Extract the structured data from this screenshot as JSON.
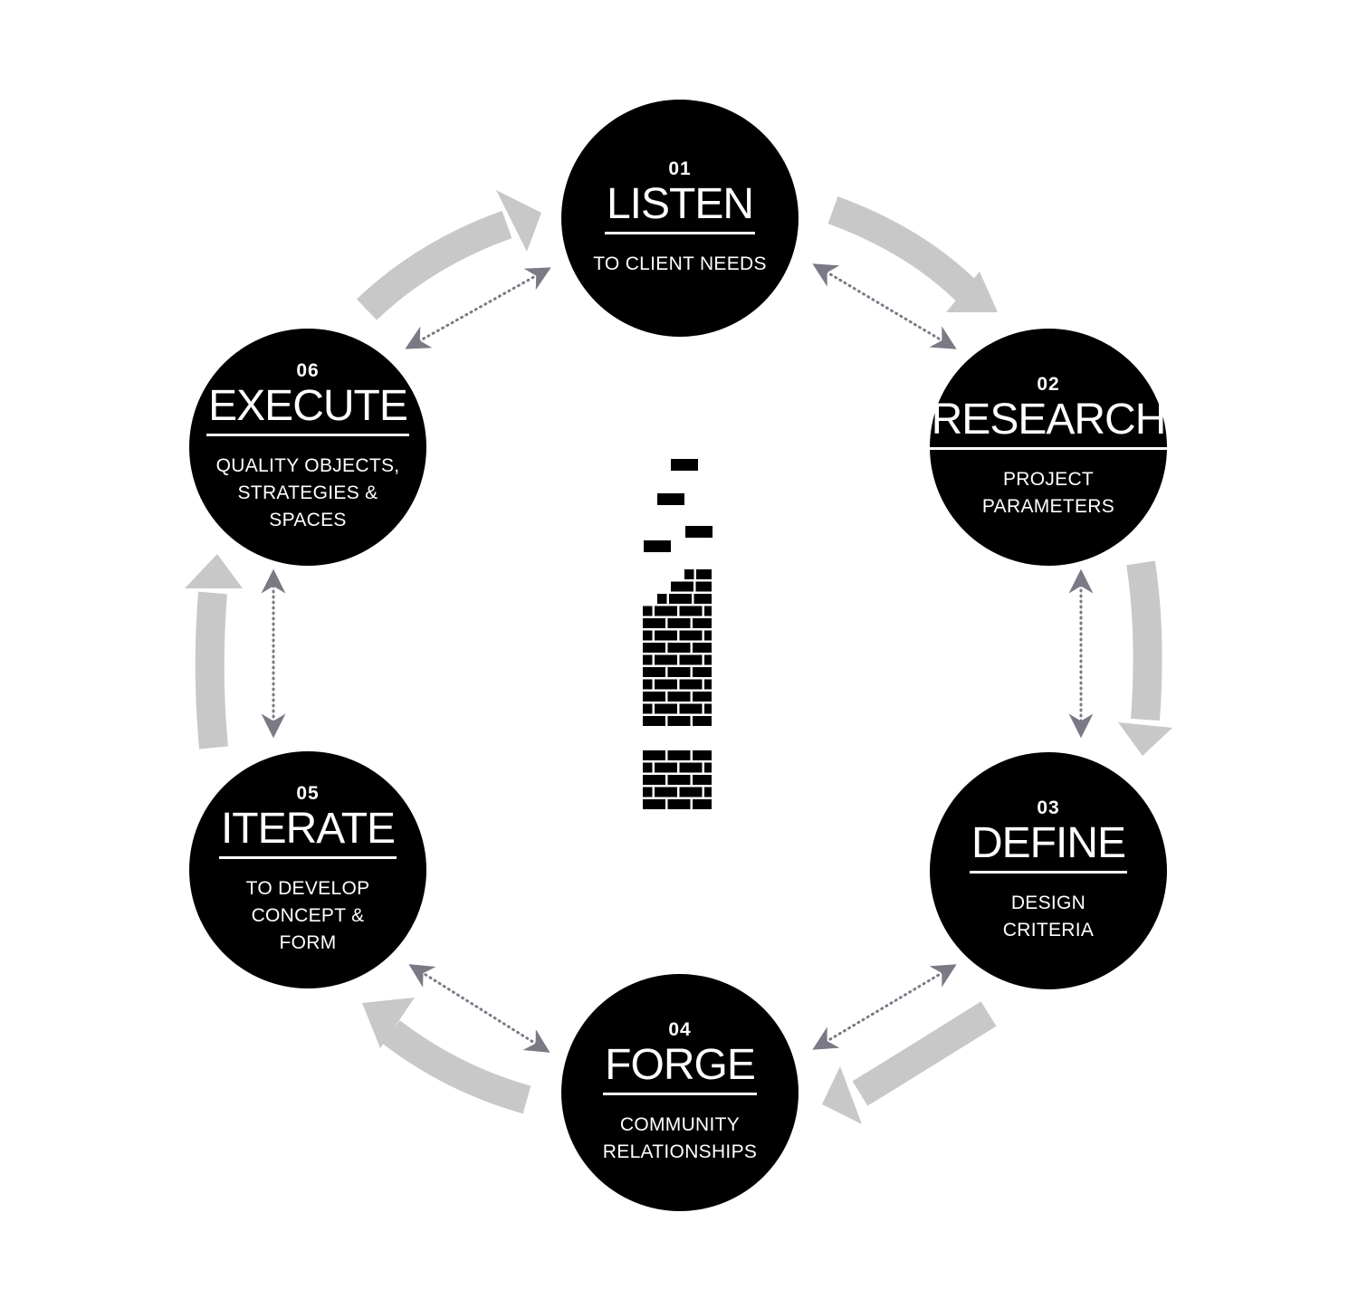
{
  "colors": {
    "circle": "#000000",
    "text": "#ffffff",
    "flow_arrow": "#c8c8c8",
    "link_arrow": "#7a7a86",
    "brick": "#000000"
  },
  "icons": {
    "center": "brick-chimney-icon",
    "flow": "curved-arrow-icon",
    "link": "dotted-double-arrow-icon"
  },
  "steps": [
    {
      "id": "listen",
      "number": "01",
      "title": "LISTEN",
      "description": "TO CLIENT NEEDS"
    },
    {
      "id": "research",
      "number": "02",
      "title": "RESEARCH",
      "description": "PROJECT\nPARAMETERS"
    },
    {
      "id": "define",
      "number": "03",
      "title": "DEFINE",
      "description": "DESIGN\nCRITERIA"
    },
    {
      "id": "forge",
      "number": "04",
      "title": "FORGE",
      "description": "COMMUNITY\nRELATIONSHIPS"
    },
    {
      "id": "iterate",
      "number": "05",
      "title": "ITERATE",
      "description": "TO DEVELOP\nCONCEPT &\nFORM"
    },
    {
      "id": "execute",
      "number": "06",
      "title": "EXECUTE",
      "description": "QUALITY OBJECTS,\nSTRATEGIES &\nSPACES"
    }
  ]
}
